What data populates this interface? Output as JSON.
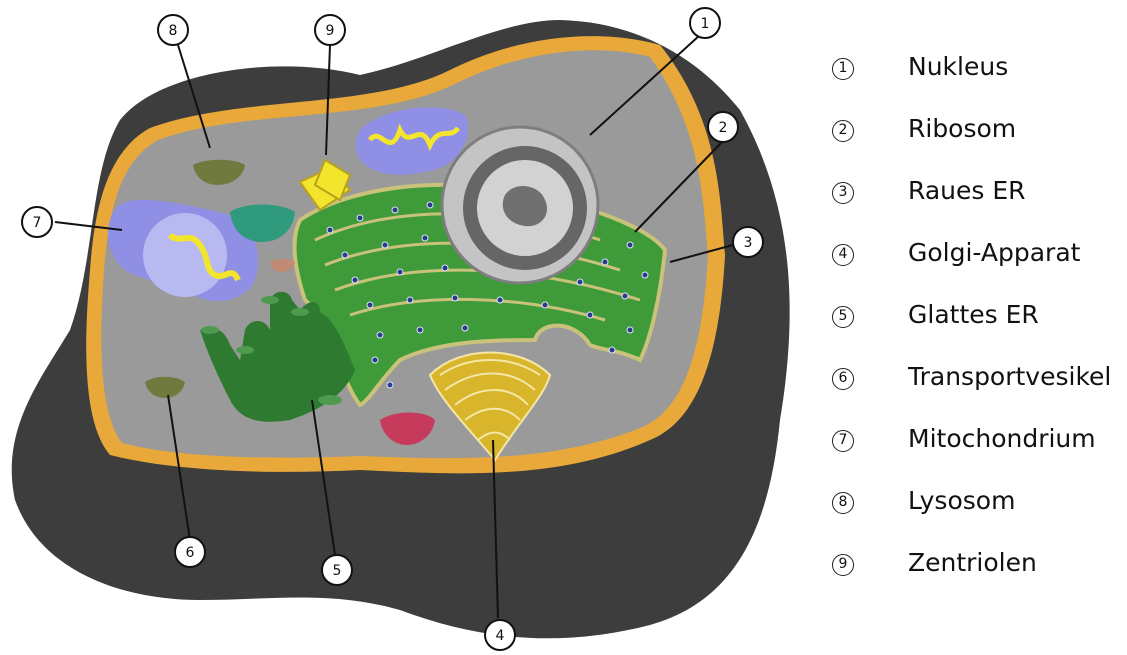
{
  "callouts": [
    "1",
    "2",
    "3",
    "4",
    "5",
    "6",
    "7",
    "8",
    "9"
  ],
  "legend": [
    {
      "number": "1",
      "label": "Nukleus"
    },
    {
      "number": "2",
      "label": "Ribosom"
    },
    {
      "number": "3",
      "label": "Raues ER"
    },
    {
      "number": "4",
      "label": "Golgi-Apparat"
    },
    {
      "number": "5",
      "label": "Glattes ER"
    },
    {
      "number": "6",
      "label": "Transportvesikel"
    },
    {
      "number": "7",
      "label": "Mitochondrium"
    },
    {
      "number": "8",
      "label": "Lysosom"
    },
    {
      "number": "9",
      "label": "Zentriolen"
    }
  ],
  "colors": {
    "outer_membrane": "#3d3d3d",
    "membrane_edge": "#e8a93a",
    "cytoplasm": "#9a9a9a",
    "nucleus": "#bdbdbd",
    "rough_er": "#3f9a3a",
    "smooth_er": "#2f7a31",
    "golgi": "#d9b52b",
    "mitochondrion": "#8f8fe6",
    "lysosome": "#707a3e",
    "vesicle_teal": "#2f9a7c",
    "vesicle_red": "#c63b5c",
    "centriole": "#f2e52b"
  }
}
